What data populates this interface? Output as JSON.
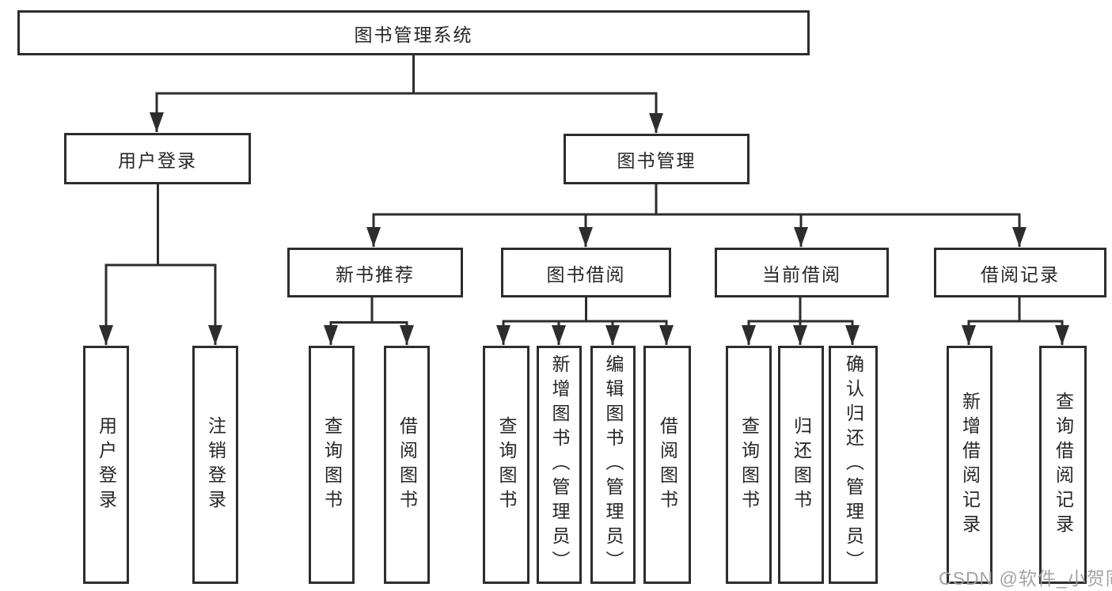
{
  "diagram": {
    "type": "function-structure-tree",
    "colors": {
      "line": "#2d2d2d",
      "border": "#2d2d2d",
      "text": "#262626",
      "background": "#ffffff",
      "watermark": "#9e9e9e"
    },
    "tree": {
      "root": {
        "label": "图书管理系统",
        "children": [
          {
            "label": "用户登录",
            "children": [
              {
                "label": "用户登录"
              },
              {
                "label": "注销登录"
              }
            ]
          },
          {
            "label": "图书管理",
            "children": [
              {
                "label": "新书推荐",
                "children": [
                  {
                    "label": "查询图书"
                  },
                  {
                    "label": "借阅图书"
                  }
                ]
              },
              {
                "label": "图书借阅",
                "children": [
                  {
                    "label": "查询图书"
                  },
                  {
                    "label": "新增图书（管理员）"
                  },
                  {
                    "label": "编辑图书（管理员）"
                  },
                  {
                    "label": "借阅图书"
                  }
                ]
              },
              {
                "label": "当前借阅",
                "children": [
                  {
                    "label": "查询图书"
                  },
                  {
                    "label": "归还图书"
                  },
                  {
                    "label": "确认归还（管理员）"
                  }
                ]
              },
              {
                "label": "借阅记录",
                "children": [
                  {
                    "label": "新增借阅记录"
                  },
                  {
                    "label": "查询借阅记录"
                  }
                ]
              }
            ]
          }
        ]
      }
    },
    "watermark": "CSDN @软件_小贺同学"
  }
}
